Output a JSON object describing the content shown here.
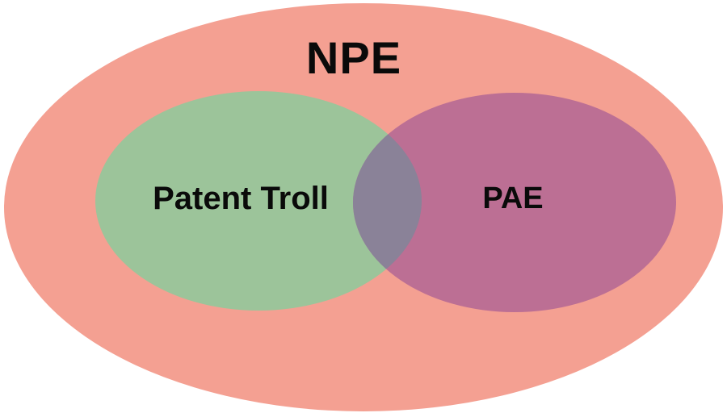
{
  "diagram": {
    "type": "venn",
    "outer_set": {
      "label": "NPE",
      "color": "#f4a092"
    },
    "inner_sets": [
      {
        "id": "troll",
        "label": "Patent Troll",
        "color": "#9cc49a"
      },
      {
        "id": "pae",
        "label": "PAE",
        "color": "#bc6f94"
      }
    ],
    "overlap_color": "#8a8298"
  }
}
